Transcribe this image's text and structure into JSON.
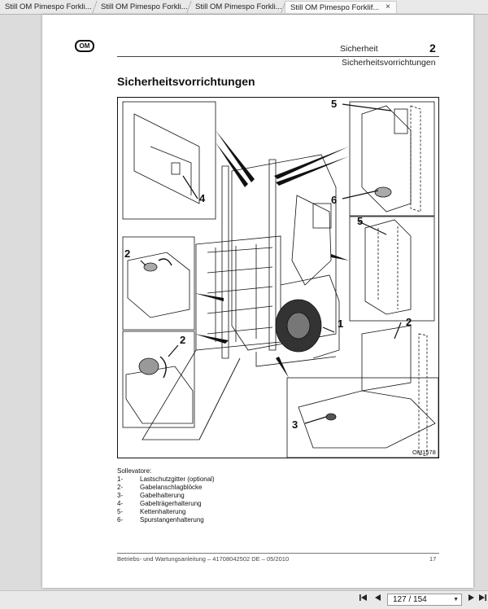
{
  "tabs": [
    {
      "label": "Still OM Pimespo Forkli..."
    },
    {
      "label": "Still OM Pimespo Forkli..."
    },
    {
      "label": "Still OM Pimespo Forkli..."
    },
    {
      "label": "Still OM Pimespo Forklif..."
    }
  ],
  "tab_close": "×",
  "page": {
    "logo": "OM",
    "section": "Sicherheit",
    "section_number": "2",
    "subsection": "Sicherheitsvorrichtungen",
    "title": "Sicherheitsvorrichtungen",
    "figure_labels": [
      "5",
      "4",
      "6",
      "5",
      "2",
      "1",
      "2",
      "2",
      "3"
    ],
    "figure_code": "OM1578",
    "legend_title": "Sollevatore:",
    "legend": [
      {
        "num": "1-",
        "text": "Lastschutzgitter (optional)"
      },
      {
        "num": "2-",
        "text": "Gabelanschlagblöcke"
      },
      {
        "num": "3-",
        "text": "Gabelhalterung"
      },
      {
        "num": "4-",
        "text": "Gabelträgerhalterung"
      },
      {
        "num": "5-",
        "text": "Kettenhalterung"
      },
      {
        "num": "6-",
        "text": "Spurstangenhalterung"
      }
    ],
    "footer_text": "Betriebs- und Wartungsanleitung – 41708042502 DE – 05/2010",
    "page_number": "17"
  },
  "toolbar": {
    "first_icon": "first-page-icon",
    "prev_icon": "prev-page-icon",
    "next_icon": "next-page-icon",
    "last_icon": "last-page-icon",
    "page_indicator": "127 / 154"
  }
}
